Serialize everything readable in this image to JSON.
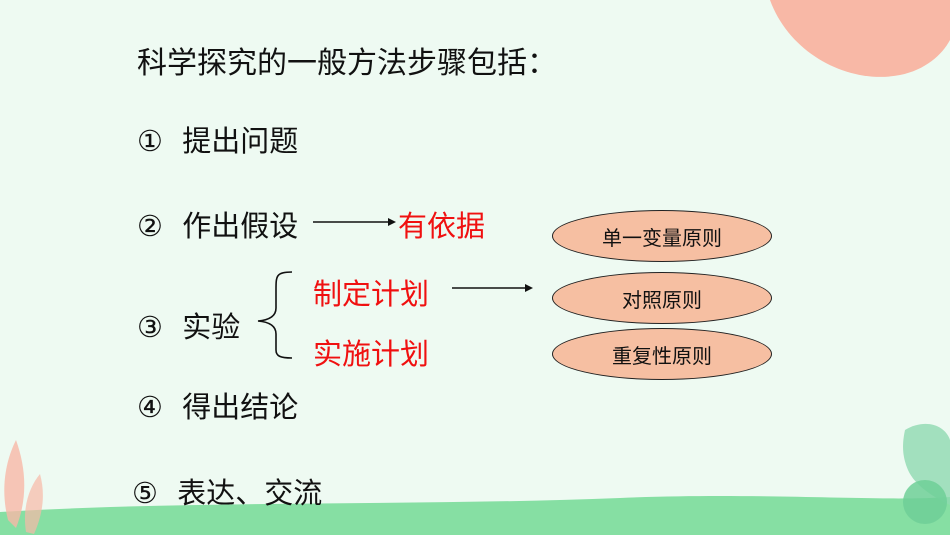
{
  "slide": {
    "heading": "科学探究的一般方法步骤包括：",
    "steps": [
      {
        "marker": "①",
        "text": "提出问题"
      },
      {
        "marker": "②",
        "text": "作出假设"
      },
      {
        "marker": "③",
        "text": "实验"
      },
      {
        "marker": "④",
        "text": "得出结论"
      },
      {
        "marker": "⑤",
        "text": "表达、交流"
      }
    ],
    "hypothesis_note": "有依据",
    "experiment_parts": [
      "制定计划",
      "实施计划"
    ],
    "principles": [
      "单一变量原则",
      "对照原则",
      "重复性原则"
    ]
  },
  "colors": {
    "background": "#eefaf2",
    "accent_red": "#f01010",
    "pill_fill": "#f6bfa2",
    "corner_pink": "#f8b8a6",
    "leaf_green": "#8fd9b0"
  }
}
